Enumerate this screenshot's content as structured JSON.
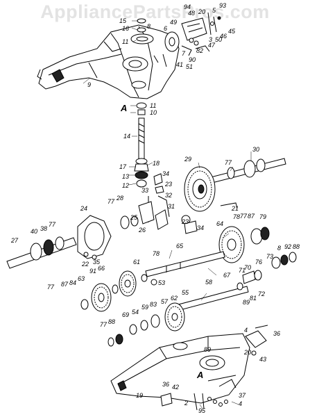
{
  "watermark": "AppliancePartsPros.com",
  "colors": {
    "line": "#000000",
    "watermark": "#e3e3e3",
    "background": "#ffffff"
  },
  "labels": {
    "p15": "15",
    "p16": "16",
    "p8": "8",
    "p11a": "11",
    "p9": "9",
    "p6": "6",
    "p94": "94",
    "p48": "48",
    "p93": "93",
    "p49": "49",
    "p3": "3",
    "p45": "45",
    "p46": "46",
    "p50": "50",
    "p47": "47",
    "p82": "82",
    "p7": "7",
    "p90": "90",
    "p51": "51",
    "p41": "41",
    "p20a": "20",
    "p5": "5",
    "p11b": "11",
    "p10": "10",
    "pA1": "A",
    "p14": "14",
    "p30": "30",
    "p17": "17",
    "p18": "18",
    "p13": "13",
    "p12": "12",
    "p34a": "34",
    "p23a": "23",
    "p29": "29",
    "p77a": "77",
    "p33": "33",
    "p32": "32",
    "p31": "31",
    "p21": "21",
    "p24": "24",
    "p77b": "77",
    "p28": "28",
    "p25": "25",
    "p26": "26",
    "p23b": "23",
    "p34b": "34",
    "p77c": "77",
    "p87a": "87",
    "p78a": "78",
    "p79": "79",
    "p64": "64",
    "p40": "40",
    "p38": "38",
    "p77d": "77",
    "p27": "27",
    "p22": "22",
    "p35": "35",
    "p78b": "78",
    "p65": "65",
    "p61": "61",
    "p66": "66",
    "p91": "91",
    "p84": "84",
    "p87b": "87",
    "p63": "63",
    "p77e": "77",
    "p53": "53",
    "p73": "73",
    "p8b": "8",
    "p92": "92",
    "p88a": "88",
    "p76": "76",
    "p71": "71",
    "p70": "70",
    "p67": "67",
    "p58": "58",
    "p89a": "89",
    "p81": "81",
    "p72": "72",
    "p69": "69",
    "p54": "54",
    "p59": "59",
    "p83": "83",
    "p57": "57",
    "p62": "62",
    "p55": "55",
    "p77f": "77",
    "p88b": "88",
    "p4a": "4",
    "p36a": "36",
    "p89b": "89",
    "p20b": "20",
    "p43": "43",
    "pA2": "A",
    "p19": "19",
    "p36b": "36",
    "p42": "42",
    "p2": "2",
    "p95": "95",
    "p37": "37",
    "p4b": "4"
  }
}
